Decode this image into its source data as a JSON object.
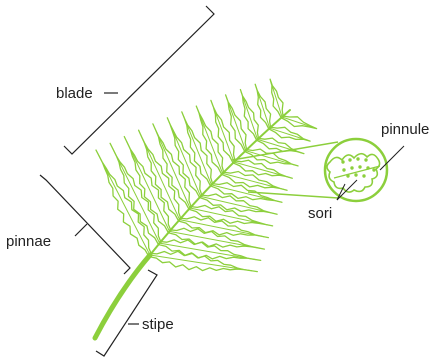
{
  "labels": {
    "blade": "blade",
    "pinnae": "pinnae",
    "stipe": "stipe",
    "pinnule": "pinnule",
    "sori": "sori"
  },
  "colors": {
    "frond": "#8ccf3c",
    "stipe": "#8ccf3c",
    "sori_dots": "#8ccf3c",
    "lines": "#222222"
  },
  "icons": {
    "frond": "fern-frond-illustration",
    "magnifier": "magnified-pinnule-circle"
  }
}
